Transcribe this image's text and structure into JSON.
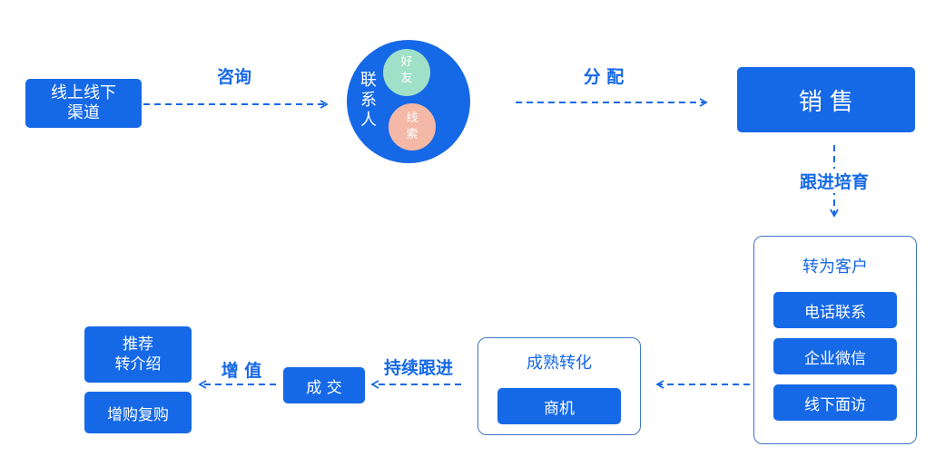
{
  "nodes": {
    "channel": "线上线下\n渠道",
    "contact_main": "联\n系\n人",
    "friend": "好\n友",
    "clue": "线\n索",
    "sales": "销 售",
    "customer_title": "转为客户",
    "customer_items": [
      "电话联系",
      "企业微信",
      "线下面访"
    ],
    "mature_title": "成熟转化",
    "opportunity": "商机",
    "deal": "成 交",
    "recommend": "推荐\n转介绍",
    "repurchase": "增购复购"
  },
  "edges": {
    "consult": "咨询",
    "assign": "分 配",
    "nurture": "跟进培育",
    "follow_up": "持续跟进",
    "value_add": "增 值"
  },
  "colors": {
    "primary": "#1669e6",
    "friend_circle": "#9fe0c8",
    "clue_circle": "#f4b8a6",
    "panel_border": "#3f73c2"
  }
}
